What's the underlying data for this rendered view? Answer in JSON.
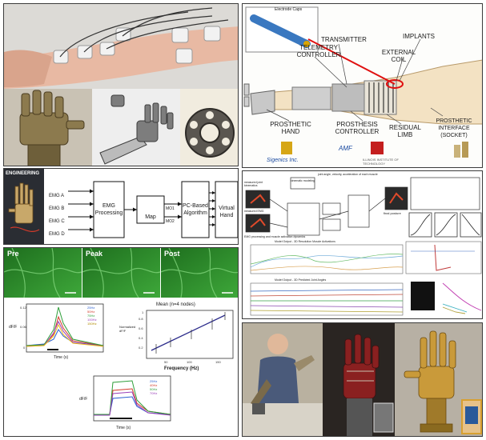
{
  "implant_diagram": {
    "labels": {
      "electrode_caps": "Electrode Caps",
      "transmitter": "TRANSMITTER",
      "implants": "IMPLANTS",
      "telemetry_controller": "TELEMETRY CONTROLLER",
      "external_coil": "EXTERNAL COIL",
      "prosthetic_hand": "PROSTHETIC HAND",
      "prosthesis_controller": "PROSTHESIS CONTROLLER",
      "residual_limb": "RESIDUAL LIMB",
      "prosthetic_interface": "PROSTHETIC INTERFACE (SOCKET)"
    },
    "logos": {
      "sigenics": "Sigenics Inc.",
      "amf": "AMF",
      "illinois": "ILLINOIS INSTITUTE OF TECHNOLOGY"
    }
  },
  "emg_flow": {
    "badge": "ENGINEERING",
    "inputs": [
      "EMG A",
      "EMG B",
      "EMG C",
      "EMG D"
    ],
    "stage_emg": "EMG Processing",
    "stage_map": "Map",
    "map_outputs": [
      "MO1",
      "MO2"
    ],
    "stage_pc": "PC-Based Algorithm",
    "stage_virtual": "Virtual Hand"
  },
  "imaging": {
    "labels": [
      "Pre",
      "Peak",
      "Post"
    ]
  },
  "plot_mean": {
    "title": "Mean (n=4 nodes)",
    "xlabel": "Frequency (Hz)",
    "ylabel": "Normalized dF/F",
    "xticks": [
      "50",
      "100",
      "150"
    ],
    "yticks": [
      "0.2",
      "0.4",
      "0.6",
      "0.8",
      "1"
    ]
  },
  "plot_traces_top": {
    "ylabel": "dF/F",
    "xlabel": "Time (s)",
    "legend": [
      "25Hz",
      "50Hz",
      "75Hz",
      "100Hz",
      "150Hz"
    ]
  },
  "plot_traces_bottom": {
    "ylabel": "dF/F",
    "xlabel": "Time (s)",
    "legend": [
      "25Hz",
      "40Hz",
      "50Hz",
      "70Hz"
    ]
  },
  "model_diagram": {
    "labels": {
      "kinematic": "kinematic modeling",
      "joint_angles": "joint angle, velocity, acceleration of each muscle",
      "measured_joint": "measured joint kinematics",
      "measured_emg": "measured EMG",
      "final_posture": "final posture",
      "emg_processing": "EMG processing and muscle activation dynamics"
    },
    "plot_title": "Model Output - 3D Resolution Muscle Activations",
    "plot_title2": "Model Output - 3D Predicted Joint Angles"
  },
  "colors": {
    "green_tissue": "#2f8a2a",
    "trace_colors": [
      "#2b5fd0",
      "#d23a2a",
      "#2e9e3a",
      "#9a3fb8",
      "#f0c01a"
    ],
    "mean_line": "#2a2a8a"
  }
}
